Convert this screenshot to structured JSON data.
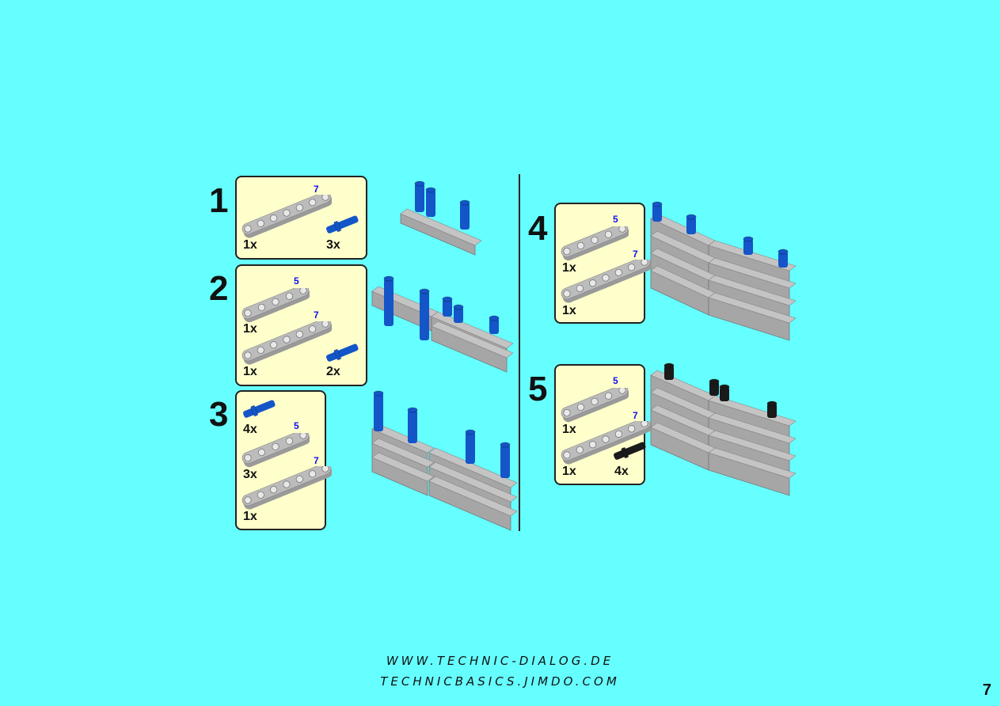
{
  "page_number": "7",
  "footer": {
    "line1": "WWW.TECHNIC-DIALOG.DE",
    "line2": "TECHNICBASICS.JIMDO.COM"
  },
  "colors": {
    "background": "#66ffff",
    "box": "#ffffcc",
    "beam": "#bcbcbc",
    "pin_blue": "#1455c8",
    "pin_black": "#1a1a1a",
    "length_label": "#1010ee"
  },
  "steps": [
    {
      "number": "1",
      "parts": [
        {
          "type": "beam",
          "length": "7",
          "qty": "1x"
        },
        {
          "type": "pin-blue",
          "qty": "3x"
        }
      ]
    },
    {
      "number": "2",
      "parts": [
        {
          "type": "beam",
          "length": "5",
          "qty": "1x"
        },
        {
          "type": "beam",
          "length": "7",
          "qty": "1x"
        },
        {
          "type": "pin-blue",
          "qty": "2x"
        }
      ]
    },
    {
      "number": "3",
      "parts": [
        {
          "type": "pin-blue",
          "qty": "4x"
        },
        {
          "type": "beam",
          "length": "5",
          "qty": "3x"
        },
        {
          "type": "beam",
          "length": "7",
          "qty": "1x"
        }
      ]
    },
    {
      "number": "4",
      "parts": [
        {
          "type": "beam",
          "length": "5",
          "qty": "1x"
        },
        {
          "type": "beam",
          "length": "7",
          "qty": "1x"
        }
      ]
    },
    {
      "number": "5",
      "parts": [
        {
          "type": "beam",
          "length": "5",
          "qty": "1x"
        },
        {
          "type": "beam",
          "length": "7",
          "qty": "1x"
        },
        {
          "type": "pin-black",
          "qty": "4x"
        }
      ]
    }
  ]
}
